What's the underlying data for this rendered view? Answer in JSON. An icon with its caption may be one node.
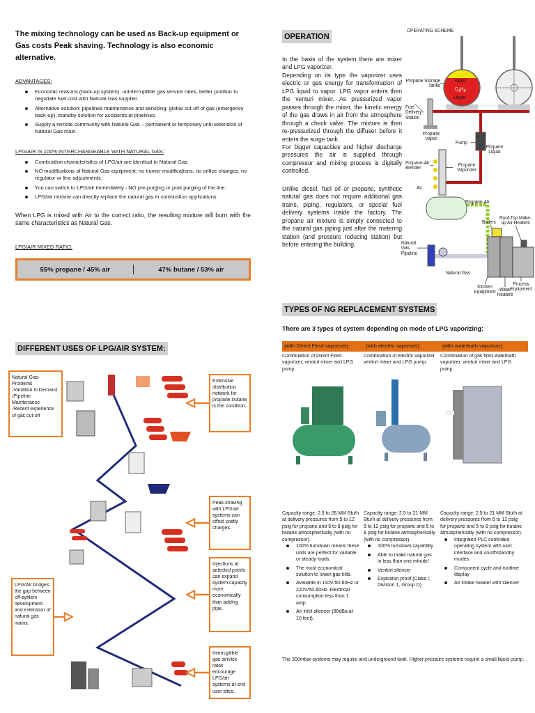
{
  "diagram": {
    "nodes": [
      {
        "text": [
          "55% propane / 45% air",
          "47% butane / 53% air"
        ]
      },
      {
        "text": [
          "Natural Gas-Problems",
          "-Variation in Demand",
          "-Pipeline Maintenance",
          "-Recent experience of gas cut-off"
        ]
      },
      {
        "text": [
          "Extensive distribution network for propane-butane is the condition."
        ]
      },
      {
        "text": [
          "Peak-shaving with LPG/air systems can offset costly charges."
        ]
      },
      {
        "text": [
          "Injections at selected points can expand system capacity more economically than adding pipe."
        ]
      },
      {
        "text": [
          "LPG/Air bridges the gap between off-system development and extension of natural gas mains."
        ]
      },
      {
        "text": [
          "Interruptible gas service rates encourage LPG/air systems at end user sites."
        ]
      },
      {
        "text": [
          "Propane Storage Tanks"
        ]
      },
      {
        "text": [
          "Fuel Delivery Station"
        ]
      },
      {
        "text": [
          "Pump"
        ]
      },
      {
        "text": [
          "Propane-Air Blender"
        ]
      },
      {
        "text": [
          "Propane Vaporizer"
        ]
      },
      {
        "text": [
          "Natural Gas Pipeline"
        ]
      },
      {
        "text": [
          "Boilers"
        ]
      },
      {
        "text": [
          "Roof-Top Make-up Air Heaters"
        ]
      },
      {
        "text": [
          "Kitchen Equipment"
        ]
      },
      {
        "text": [
          "Water Heaters"
        ]
      },
      {
        "text": [
          "Process Equipment"
        ]
      },
      {
        "text": [],
        "shape": "picture"
      },
      {
        "text": [],
        "shape": "picture"
      },
      {
        "text": [],
        "shape": "box"
      },
      {
        "text": [],
        "shape": "picture"
      },
      {
        "text": [],
        "shape": "box"
      },
      {
        "text": [],
        "shape": "box"
      },
      {
        "text": [],
        "shape": "box"
      },
      {
        "text": [],
        "shape": "box"
      },
      {
        "text": [],
        "shape": "box"
      },
      {
        "text": [],
        "shape": "box"
      },
      {
        "text": [],
        "shape": "box"
      }
    ],
    "edges": [
      {
        "from": 2,
        "to": null,
        "arrow": "to",
        "style": "thick",
        "color": "#e87f2a"
      },
      {
        "from": 3,
        "to": null,
        "arrow": "to",
        "style": "thick",
        "color": "#e87f2a"
      },
      {
        "from": 4,
        "to": null,
        "arrow": "to",
        "style": "thick",
        "color": "#e87f2a"
      },
      {
        "from": 5,
        "to": null,
        "arrow": "to",
        "style": "thick",
        "color": "#e87f2a"
      },
      {
        "from": 6,
        "to": null,
        "arrow": "to",
        "style": "thick",
        "color": "#e87f2a"
      },
      {
        "from": 7,
        "to": 18,
        "arrow": "none"
      },
      {
        "from": 8,
        "to": 19,
        "arrow": "none"
      },
      {
        "from": 9,
        "to": 20,
        "arrow": "none"
      },
      {
        "from": 10,
        "to": 21,
        "arrow": "none"
      },
      {
        "from": 11,
        "to": 22,
        "arrow": "none"
      },
      {
        "from": 12,
        "to": 23,
        "arrow": "none"
      },
      {
        "from": 13,
        "to": 24,
        "arrow": "none"
      },
      {
        "from": 14,
        "to": 25,
        "arrow": "none"
      },
      {
        "from": 15,
        "to": 26,
        "arrow": "none"
      },
      {
        "from": 16,
        "to": 27,
        "arrow": "none"
      },
      {
        "from": 17,
        "to": 28,
        "arrow": "none"
      }
    ],
    "labels": [
      "The mixing technology can be used as Back-up equipment or Gas costs Peak shaving. Technology is also economic alternative.",
      "ADVANTAGES:",
      "Economic reasons (back-up system): uninterruptible gas service rates, better position to negotiate fuel cost with Natural Gas supplier.",
      "Alternative solution: pipelines maintenance and servicing, global cut-off of gas (emergency back-up), standby solution for accidents at pipelines.",
      "Supply a remote community with Natural Gas – permanent or temporary until extension of Natural Gas main.",
      "LPG/AIR IS 100% INTERCHANGEABLE WITH NATURAL GAS:",
      "Combustion characteristics of LPG/air are identical to Natural Gas.",
      "NO modifications of Natural Gas equipment: no burner modifications, no orifice changes, no regulator or line adjustments.",
      "You can switch to LPG/air immediately - NO pre-purging or post purging of the line.",
      "LPG/air mixture can directly replace the natural gas in combustion applications.",
      "When LPG is mixed with Air to the correct ratio, the resulting mixture will burn with the same characteristics as Natural Gas.",
      "LPG/AIR MIXED RATIO:",
      "DIFFERENT USES OF LPG/AIR SYSTEM:",
      "OPERATION",
      "In the basis of the system there are mixer and LPG vaporizer.",
      "Depending on its type the vaporizer uses electric or gas energy for transformation of LPG liquid to vapor. LPG vapor enters then the venturi mixer. As pressurized vapor passes through the mixer, the kinetic energy of the gas draws in air from the atmosphere through a check valve. The mixture is then re-pressurized through the diffuser before it enters the surge tank.",
      "For bigger capacities and higher discharge pressures the air is supplied through compressor and mixing process is digitally controlled.",
      "Unlike diesel, fuel oil or propane, synthetic natural gas does not require additional gas trains, piping, regulators, or special fuel delivery systems inside the factory. The propane air mixture is simply connected to the natural gas piping just after the metering station (and pressure reducing station) but before entering the building.",
      "OPERATING SCHEME",
      "Vapor",
      "C$_{3}$H$_{8}$",
      "Liquid",
      "Propane Vapor",
      "Propane Liquid",
      "Air",
      "Propane-Air",
      "Natural Gas",
      "TYPES OF NG REPLACEMENT SYSTEMS",
      "There are 3 types of system depending on mode of LPG vaporizing:",
      "(with Direct Fired vaporizer)",
      "(with electric vaporizer)",
      "(with waterbath vaporizer)",
      "Combination of Direct Fired vaporizer, venturi mixer and LPG pump.",
      "Combination of electric vaporizer, venturi mixer and LPG pump.",
      "Combination of gas fired waterbath vaporizer, venturi mixer and LPG pump.",
      "Capacity range: 2.5 to 28 MM Btu/h at delivery pressures from 5 to 12 psig for propane and 5 to 8 psig for butane atmospherically (with no compressor).",
      "100% turndown means these units are perfect for variable or steady loads.",
      "The most economical solution to lower gas bills.",
      "Available in 110V/50-60Hz or 220V/50-60Hz. Electrical consumption less than 1 amp.",
      "Air inlet silencer (80dBa at 10 feet).",
      "Capacity range: 2.5 to 21 MM Btu/h at delivery pressures from 5 to 12 psig for propane and 5 to 8 psig for butane atmospherically (with no compressor).",
      "100% turndown capability",
      "Able to make natural gas in less than one minute!",
      "Venturi silencer",
      "Explosion proof (Class I, Division 1, Group D)",
      "Capacity range: 2.5 to 21 MM Btu/h at delivery pressures from 5 to 12 psig for propane and 5 to 8 psig for butane atmospherically (with no compressor).",
      "Integrated PLC controlled operating system with user interface and on/off/standby modes.",
      "Component cycle and runtime display",
      "Air intake header with silencer",
      "The 300mbar systems may require and underground tank. Higher pressure systems require a small liquid pump."
    ]
  }
}
